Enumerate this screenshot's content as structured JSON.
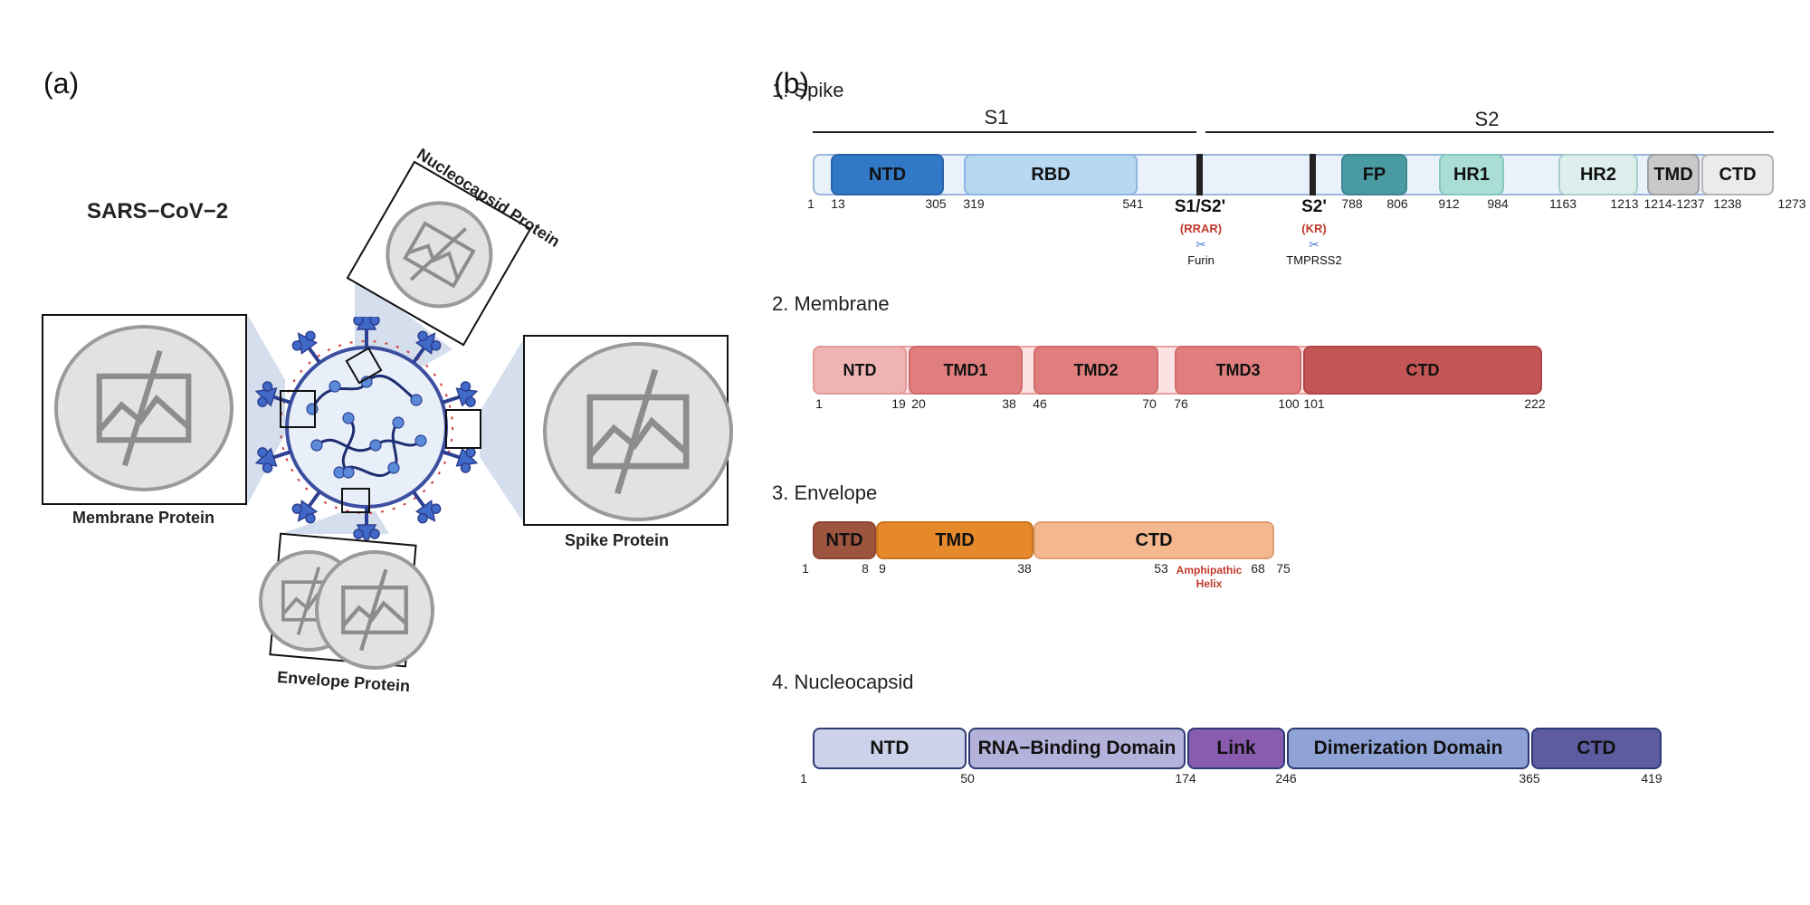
{
  "panel_a": {
    "label": "(a)",
    "title": "SARS−CoV−2",
    "captions": {
      "membrane": "Membrane Protein",
      "nucleocapsid": "Nucleocapsid Protein",
      "spike": "Spike Protein",
      "envelope": "Envelope Protein"
    },
    "image_icon": "broken-image-icon",
    "colors": {
      "spike_blue": "#4169c8",
      "membrane_red": "#d04040",
      "virion_fill": "#e8eff8",
      "wedge": "#c6d3e6"
    }
  },
  "panel_b": {
    "label": "(b)",
    "spike": {
      "title": "1.  Spike",
      "regions": [
        {
          "label": "S1"
        },
        {
          "label": "S2"
        }
      ],
      "domains": [
        {
          "label": "NTD",
          "color": "#3178c6"
        },
        {
          "label": "RBD",
          "color": "#b8d7f1"
        },
        {
          "label": "FP",
          "color": "#4a9aa4"
        },
        {
          "label": "HR1",
          "color": "#a9ddd5"
        },
        {
          "label": "HR2",
          "color": "#ddeeed"
        },
        {
          "label": "TMD",
          "color": "#c9c9c9"
        },
        {
          "label": "CTD",
          "color": "#ebebeb"
        }
      ],
      "numbers": [
        "1",
        "13",
        "305",
        "319",
        "541",
        "788",
        "806",
        "912",
        "984",
        "1163",
        "1213",
        "1214-1237",
        "1238",
        "1273"
      ],
      "sites": [
        {
          "name": "S1/S2'",
          "motif": "(RRAR)",
          "enzyme": "Furin"
        },
        {
          "name": "S2'",
          "motif": "(KR)",
          "enzyme": "TMPRSS2"
        }
      ],
      "track_color": "#e9f1fb"
    },
    "membrane": {
      "title": "2.  Membrane",
      "domains": [
        {
          "label": "NTD",
          "color": "#efb3b3"
        },
        {
          "label": "TMD1",
          "color": "#e07e7e"
        },
        {
          "label": "TMD2",
          "color": "#e07e7e"
        },
        {
          "label": "TMD3",
          "color": "#e07e7e"
        },
        {
          "label": "CTD",
          "color": "#c45555"
        }
      ],
      "numbers": [
        "1",
        "19",
        "20",
        "38",
        "46",
        "70",
        "76",
        "100",
        "101",
        "222"
      ]
    },
    "envelope": {
      "title": "3.  Envelope",
      "domains": [
        {
          "label": "NTD",
          "color": "#9e5540"
        },
        {
          "label": "TMD",
          "color": "#e6892b"
        },
        {
          "label": "CTD",
          "color": "#f5b88e"
        }
      ],
      "numbers": [
        "1",
        "8",
        "9",
        "38",
        "53",
        "68",
        "75"
      ],
      "annotation": "Amphipathic\nHelix"
    },
    "nucleocapsid": {
      "title": "4.  Nucleocapsid",
      "domains": [
        {
          "label": "NTD",
          "color": "#cbd2e9"
        },
        {
          "label": "RNA−Binding Domain",
          "color": "#b4b1da"
        },
        {
          "label": "Link",
          "color": "#8a5cb0"
        },
        {
          "label": "Dimerization Domain",
          "color": "#8fa3d6"
        },
        {
          "label": "CTD",
          "color": "#5d5ca0"
        }
      ],
      "numbers": [
        "1",
        "50",
        "174",
        "246",
        "365",
        "419"
      ]
    }
  }
}
